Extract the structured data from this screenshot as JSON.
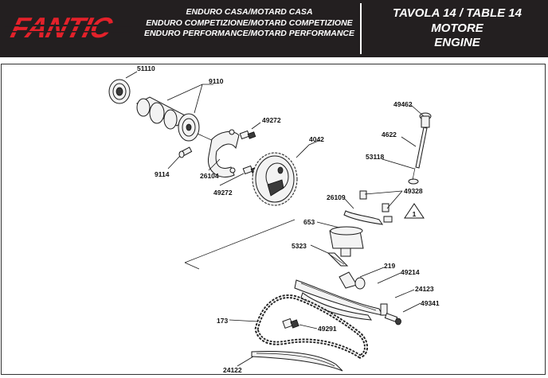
{
  "header": {
    "brand": "FANTIC",
    "models": [
      "ENDURO CASA/MOTARD CASA",
      "ENDURO COMPETIZIONE/MOTARD COMPETIZIONE",
      "ENDURO PERFORMANCE/MOTARD PERFORMANCE"
    ],
    "table_line": "TAVOLA 14  /  TABLE 14",
    "title_it": "MOTORE",
    "title_en": "ENGINE"
  },
  "colors": {
    "header_bg": "#231f20",
    "brand_red": "#e3212a",
    "text_light": "#ffffff"
  },
  "parts": {
    "p51110": "51110",
    "p9110": "9110",
    "p49272a": "49272",
    "p4042": "4042",
    "p9114": "9114",
    "p26104": "26104",
    "p49272b": "49272",
    "p49462": "49462",
    "p4622": "4622",
    "p53118": "53118",
    "p26109": "26109",
    "p49328": "49328",
    "p653": "653",
    "p5323": "5323",
    "p219": "219",
    "p49214": "49214",
    "p24123": "24123",
    "p49341": "49341",
    "p173": "173",
    "p49291": "49291",
    "p24122": "24122"
  },
  "note_symbol": "1"
}
